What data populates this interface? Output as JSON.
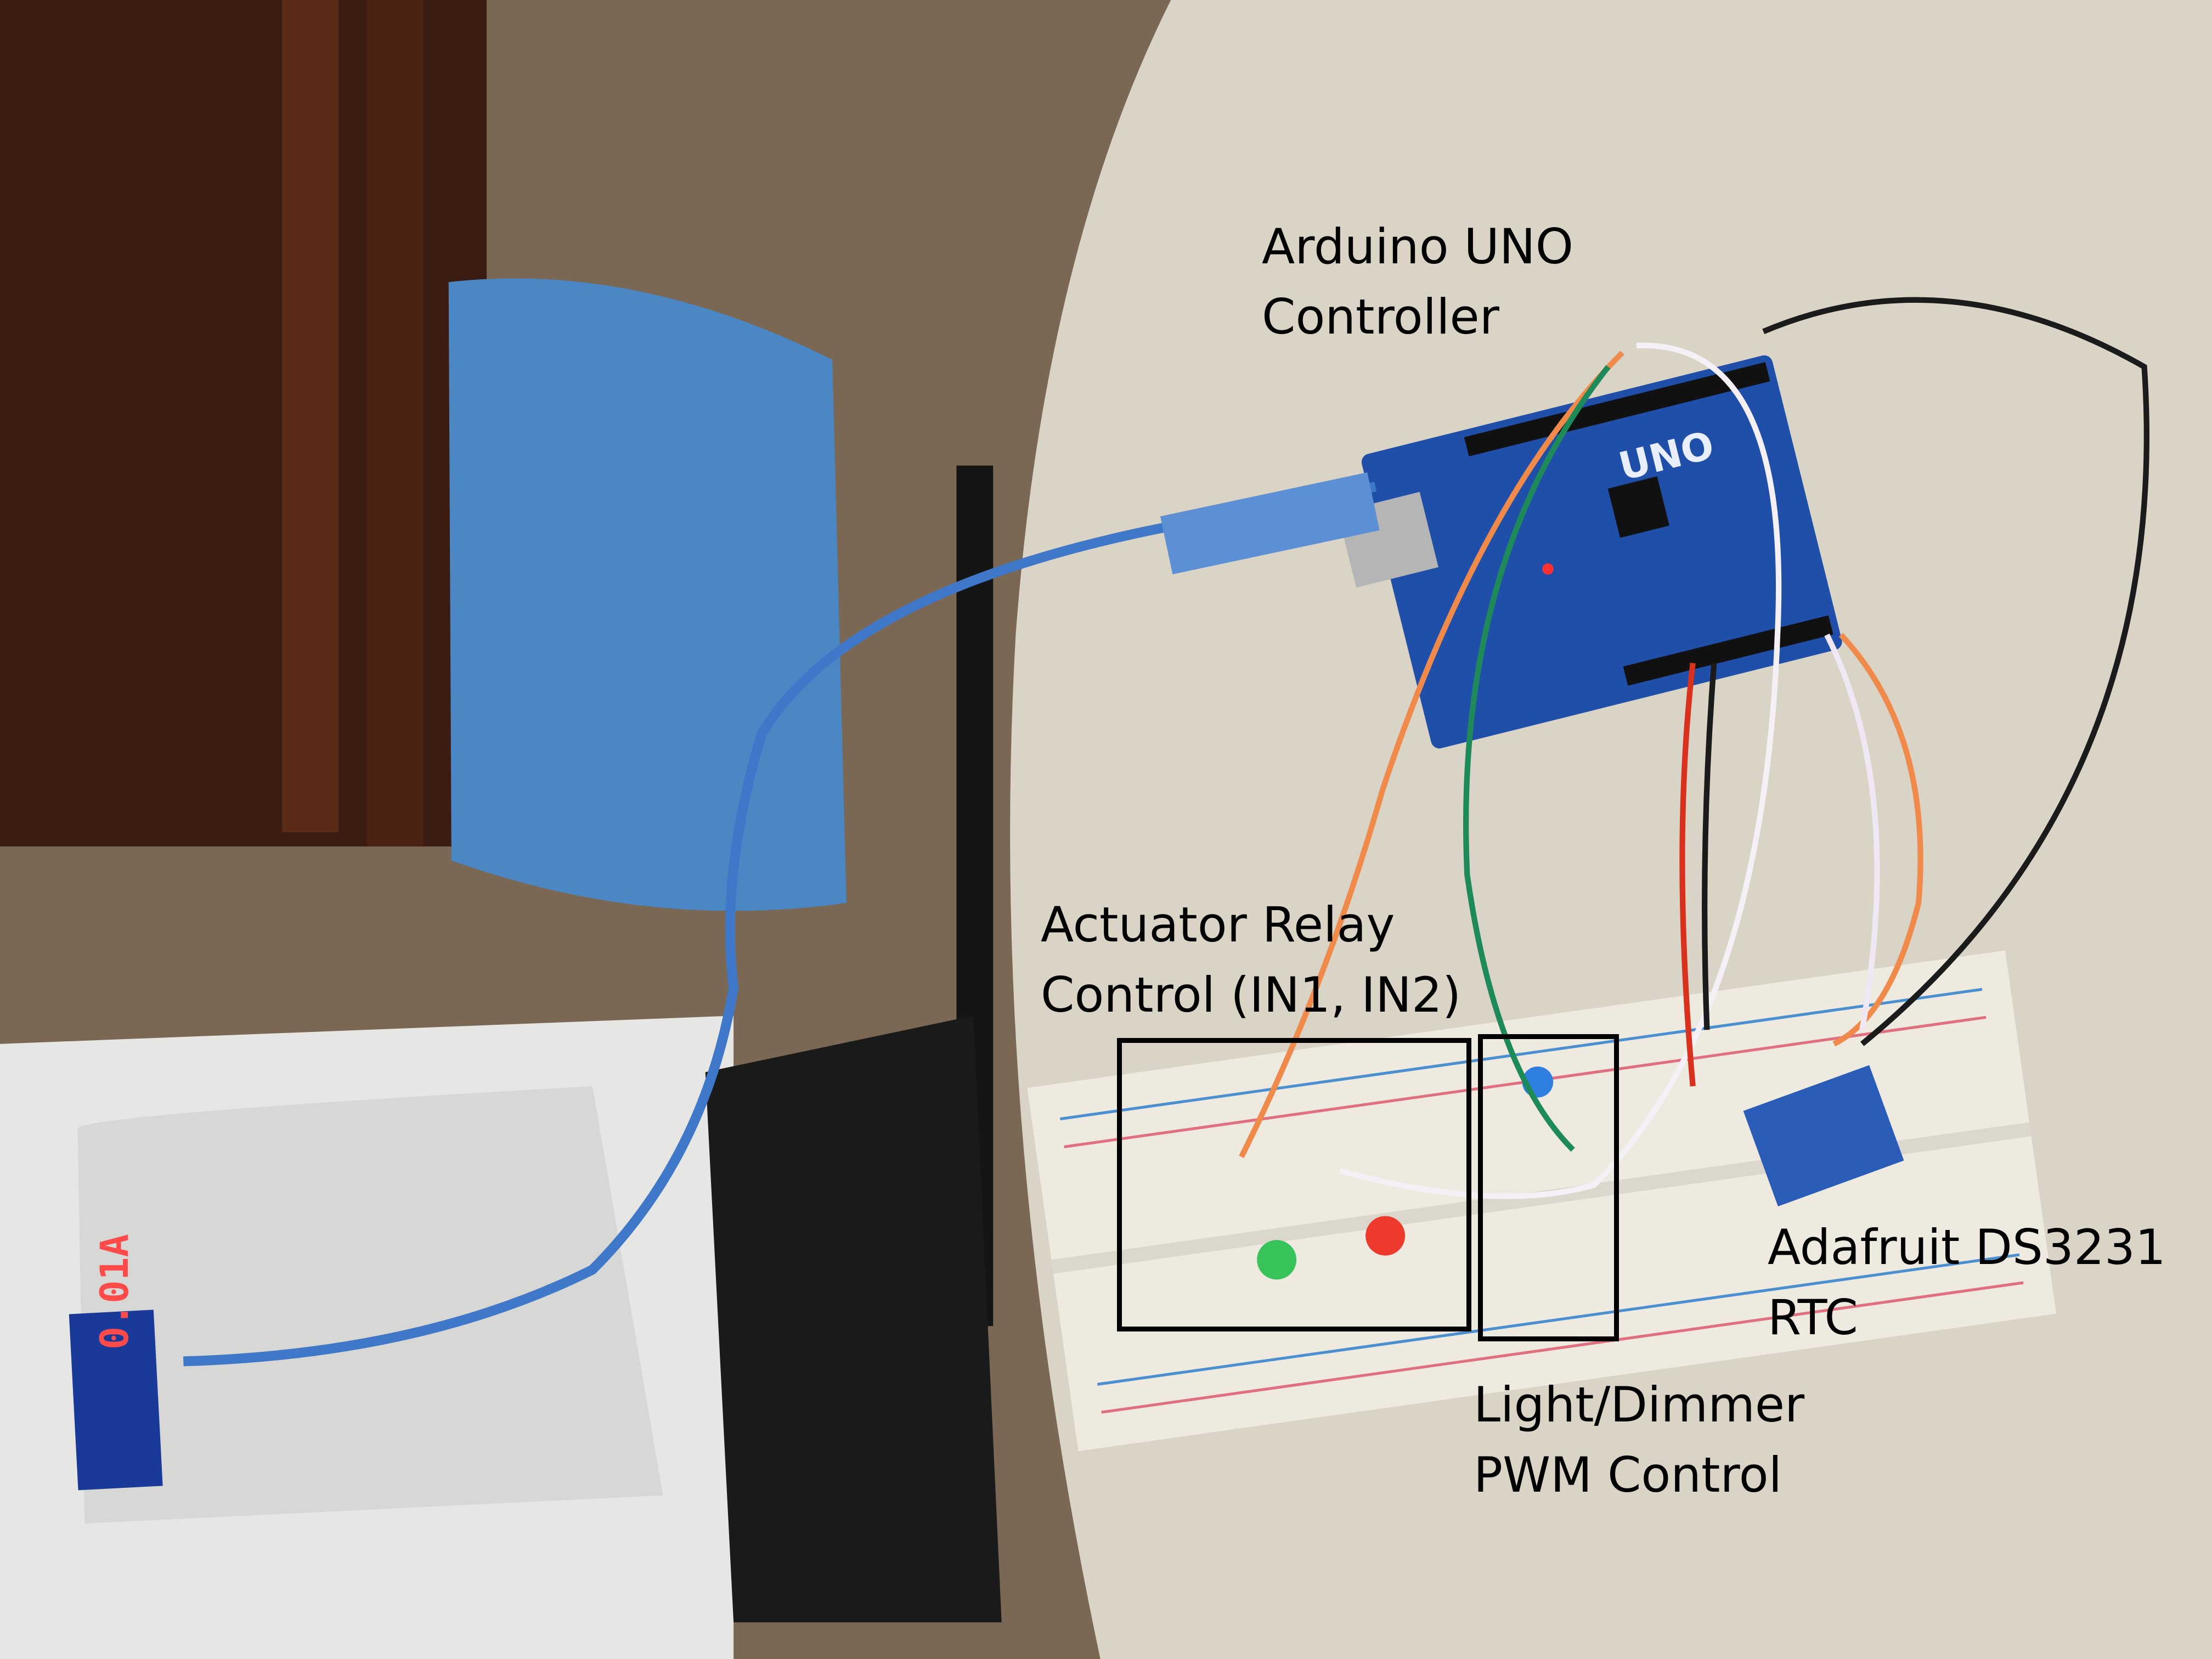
{
  "annotations": {
    "arduino": {
      "line1": "Arduino UNO",
      "line2": "Controller"
    },
    "relay": {
      "line1": "Actuator Relay",
      "line2": "Control (IN1, IN2)"
    },
    "rtc": {
      "line1": "Adafruit DS3231",
      "line2": "RTC"
    },
    "pwm": {
      "line1": "Light/Dimmer",
      "line2": "PWM Control"
    }
  },
  "photo": {
    "usb_meter_reading": "0.01A",
    "board_marking": "UNO"
  },
  "colors": {
    "table": "#d9d4c6",
    "board": "#1f4fa8",
    "usb_cable": "#3f78c8",
    "wire_orange": "#f08a4b",
    "wire_green": "#1e8a5a",
    "wire_red": "#d8321e",
    "led_green": "#37c25a",
    "led_red": "#ee3a2c",
    "led_blue": "#2f7fe0"
  }
}
